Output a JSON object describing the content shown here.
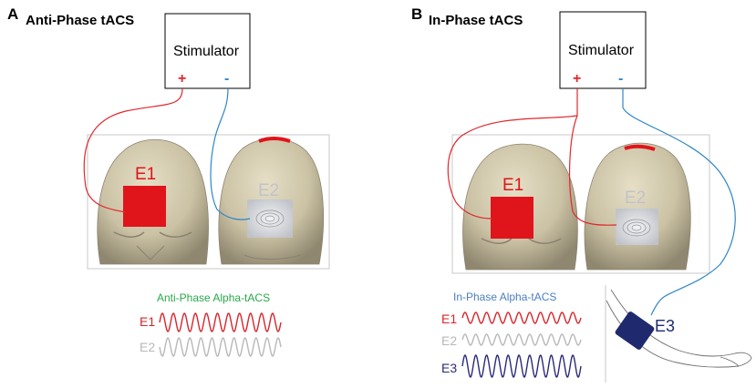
{
  "panels": [
    {
      "letter": "A",
      "title": "Anti-Phase tACS",
      "stimulator": {
        "label": "Stimulator",
        "plus": "+",
        "minus": "-"
      },
      "electrodes": [
        "E1",
        "E2"
      ],
      "waveform": {
        "title": "Anti-Phase Alpha-tACS",
        "rows": [
          {
            "label": "E1",
            "color": "#d7262c"
          },
          {
            "label": "E2",
            "color": "#b8b8b8"
          }
        ]
      }
    },
    {
      "letter": "B",
      "title": "In-Phase tACS",
      "stimulator": {
        "label": "Stimulator",
        "plus": "+",
        "minus": "-"
      },
      "electrodes": [
        "E1",
        "E2",
        "E3"
      ],
      "waveform": {
        "title": "In-Phase Alpha-tACS",
        "rows": [
          {
            "label": "E1",
            "color": "#d7262c"
          },
          {
            "label": "E2",
            "color": "#b8b8b8"
          },
          {
            "label": "E3",
            "color": "#2b2a7a"
          }
        ]
      }
    }
  ],
  "colors": {
    "positive": "#e0282e",
    "negative": "#2f86c6",
    "anti_title": "#2aa84a",
    "in_title": "#4a7fc1",
    "electrode_red": "#e0141b",
    "electrode_gray": "#c9ccd2",
    "head": "#cfc7ad",
    "e3_pad": "#1f2a6e"
  }
}
